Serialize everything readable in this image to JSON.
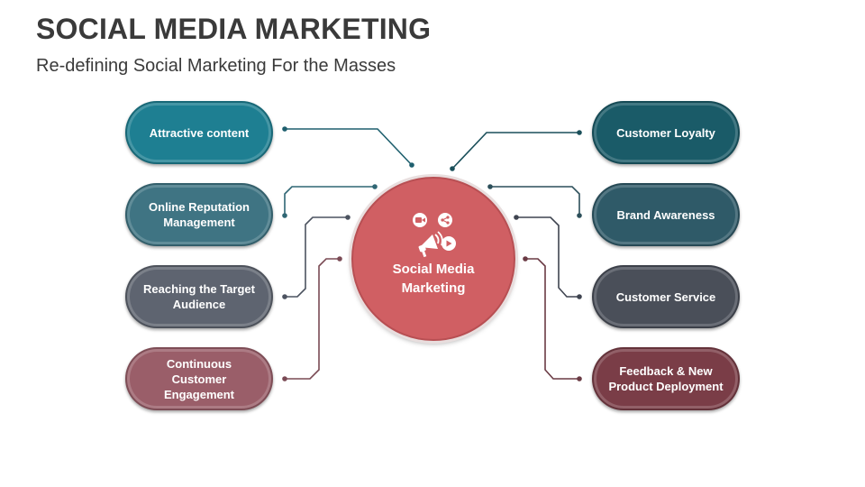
{
  "header": {
    "title": "SOCIAL MEDIA MARKETING",
    "subtitle": "Re-defining Social Marketing For the Masses"
  },
  "center": {
    "label": "Social Media\nMarketing",
    "icon": "megaphone-social-icon",
    "color": "#d05f63"
  },
  "left_items": [
    {
      "label": "Attractive content",
      "color": "#1e7f92"
    },
    {
      "label": "Online Reputation\nManagement",
      "color": "#3f7483"
    },
    {
      "label": "Reaching the Target\nAudience",
      "color": "#5e6470"
    },
    {
      "label": "Continuous Customer\nEngagement",
      "color": "#9a5e69"
    }
  ],
  "right_items": [
    {
      "label": "Customer Loyalty",
      "color": "#1a5b68"
    },
    {
      "label": "Brand Awareness",
      "color": "#2f5a68"
    },
    {
      "label": "Customer Service",
      "color": "#4a4f59"
    },
    {
      "label": "Feedback & New\nProduct Deployment",
      "color": "#7a3d47"
    }
  ]
}
